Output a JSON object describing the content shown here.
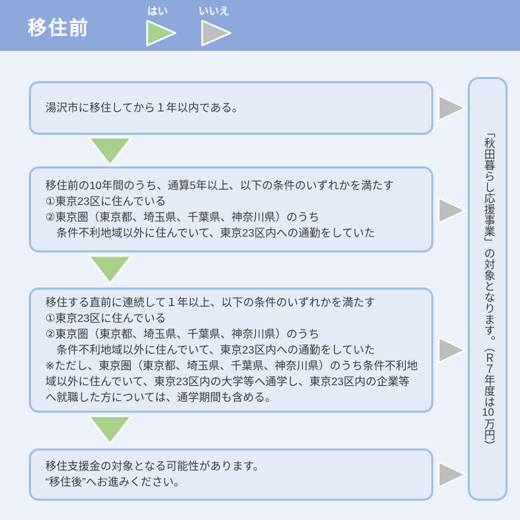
{
  "header": {
    "title": "移住前",
    "legend": {
      "yes_label": "はい",
      "no_label": "いいえ"
    }
  },
  "colors": {
    "header_bg": "#8EA8DC",
    "page_bg": "#EDF1F9",
    "box_fill": "#E4EBF6",
    "box_border": "#9CC2E5",
    "yes_arrow_green": "#A8D08D",
    "no_arrow_gray": "#BFBFBF",
    "text": "#3B3B3B"
  },
  "icons": {
    "legend_yes": "green-right-triangle-icon",
    "legend_no": "gray-right-triangle-icon",
    "flow_yes": "green-down-triangle-icon",
    "flow_no": "gray-right-triangle-icon"
  },
  "steps": [
    {
      "lines": [
        "湯沢市に移住してから１年以内である。"
      ]
    },
    {
      "lines": [
        "移住前の10年間のうち、通算5年以上、以下の条件のいずれかを満たす",
        "①東京23区に住んでいる",
        "②東京圏（東京都、埼玉県、千葉県、神奈川県）のうち",
        "　条件不利地域以外に住んでいて、東京23区内への通勤をしていた"
      ]
    },
    {
      "lines": [
        "移住する直前に連続して１年以上、以下の条件のいずれかを満たす",
        "①東京23区に住んでいる",
        "②東京圏（東京都、埼玉県、千葉県、神奈川県）のうち",
        "　条件不利地域以外に住んでいて、東京23区内への通勤をしていた",
        "※ただし、東京圏（東京都、埼玉県、千葉県、神奈川県）のうち条件不利地",
        "域以外に住んでいて、東京23区内の大学等へ通学し、東京23区内の企業等",
        "へ就職した方については、通学期間も含める。"
      ]
    },
    {
      "lines": [
        "移住支援金の対象となる可能性があります。",
        "“移住後”へお進みください。"
      ]
    }
  ],
  "sidebar": {
    "text_start": "「秋田暮らし応援事業」の対象となります。（Ｒ７年度は",
    "text_tcy": "10",
    "text_end": "万円）"
  }
}
